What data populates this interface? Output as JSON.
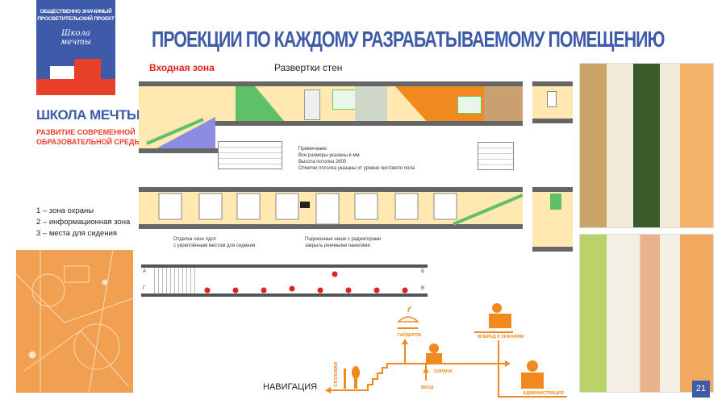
{
  "logo": {
    "line1": "ОБЩЕСТВЕННО ЗНАЧИМЫЙ",
    "line2": "ПРОСВЕТИТЕЛЬСКИЙ ПРОЕКТ",
    "script1": "Школа",
    "script2": "мечты"
  },
  "brand": {
    "name": "ШКОЛА МЕЧТЫ",
    "sub1": "РАЗВИТИЕ СОВРЕМЕННОЙ",
    "sub2": "ОБРАЗОВАТЕЛЬНОЙ СРЕДЫ"
  },
  "legend": [
    "1 – зона охраны",
    "2 – информационная зона",
    "3 – места для сидения"
  ],
  "title": "ПРОЕКЦИИ ПО КАЖДОМУ РАЗРАБАТЫВАЕМОМУ ПОМЕЩЕНИЮ",
  "drawing": {
    "zone": "Входная зона",
    "subtitle": "Развертки стен",
    "notes": [
      "Примечание:",
      "Все размеры указаны в мм",
      "Высота потолка 2600",
      "Отметки потолка указаны от уровня чистового пола"
    ],
    "callout1": [
      "Отделка окон лдсп",
      "с укреплённым местом для сидения"
    ],
    "callout2": [
      "Подоконные ниши с радиаторами",
      "закрыть реечными панелями"
    ],
    "plan_letters": [
      "А",
      "Б",
      "Г",
      "В"
    ]
  },
  "navigation": {
    "label": "НАВИГАЦИЯ",
    "items": {
      "stolovaya": "СТОЛОВАЯ",
      "garderob": "ГАРДЕРОБ",
      "ohrana": "ОХРАНА",
      "vhod": "ВХОД",
      "vpered": "ВПЕРЕД К ЗНАНИЯМ",
      "admin": "АДМИНИСТРАЦИЯ"
    }
  },
  "page_number": "21",
  "colors": {
    "brand_blue": "#3d5ba9",
    "brand_red": "#e8402a",
    "orange": "#f08a1e"
  }
}
